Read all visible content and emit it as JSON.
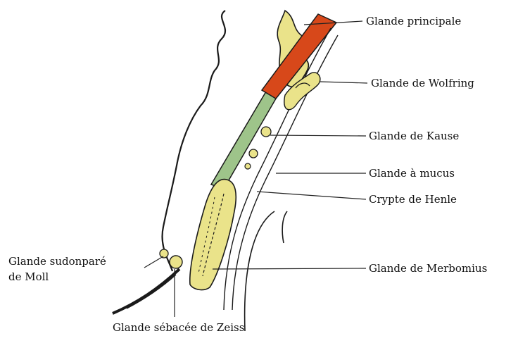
{
  "diagram": {
    "labels": {
      "glande_principale": "Glande principale",
      "glande_wolfring": "Glande de Wolfring",
      "glande_krause": "Glande de Kause",
      "glande_mucus": "Glande à mucus",
      "crypte_henle": "Crypte de Henle",
      "glande_meibomius": "Glande de Merbomius",
      "glande_sudoripare_line1": "Glande sudonparé",
      "glande_sudoripare_line2": "de Moll",
      "glande_zeiss": "Glande sébacée de Zeiss"
    },
    "colors": {
      "lacrimal_gland": "#d7481a",
      "tarsal_strip": "#9ec48a",
      "gland_fill": "#eae38a",
      "outline": "#1a1a1a",
      "leader_line": "#222222"
    }
  }
}
